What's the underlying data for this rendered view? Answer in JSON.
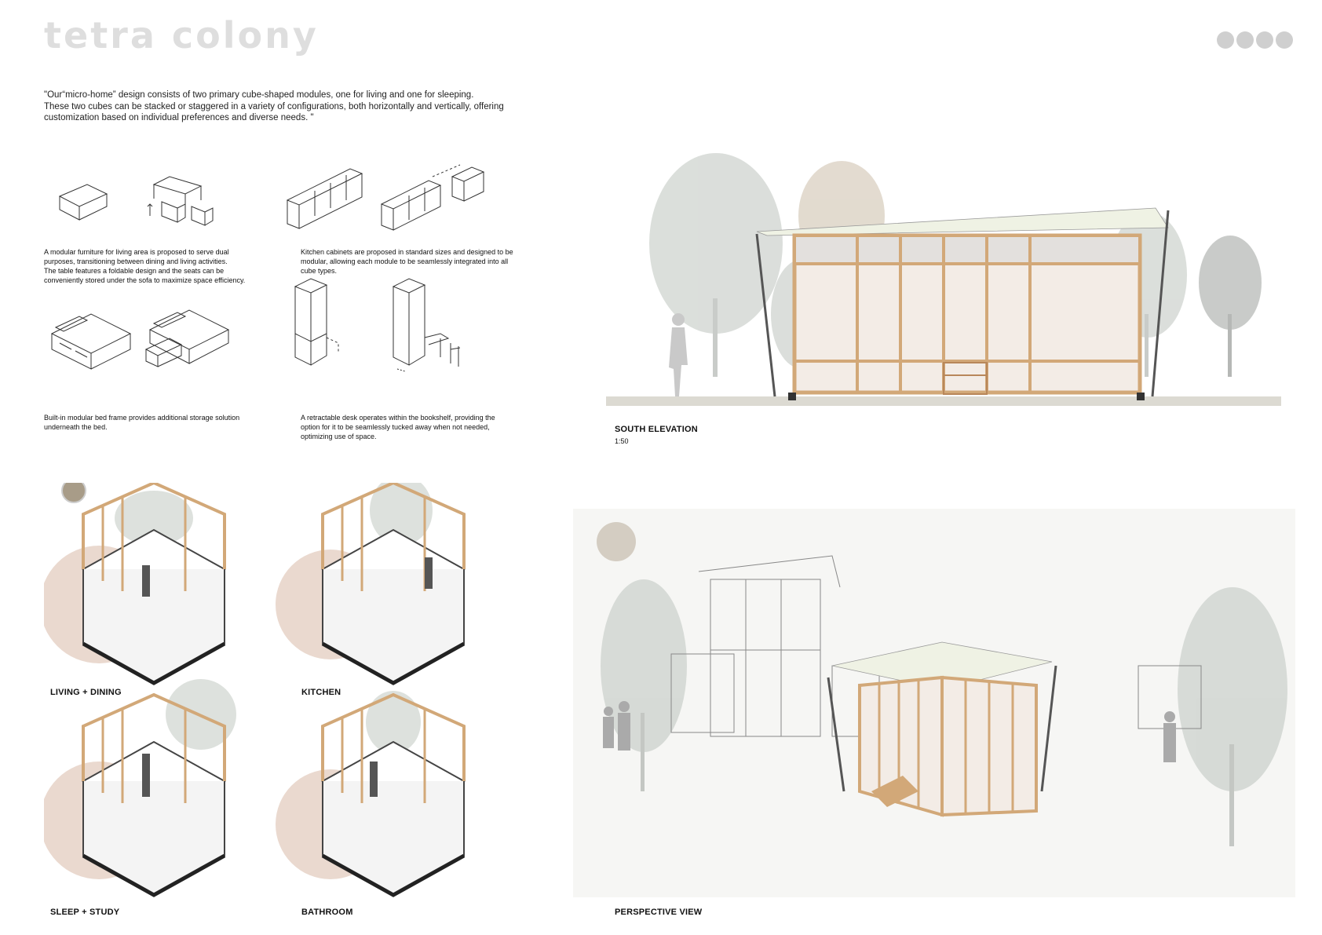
{
  "title": "tetra colony",
  "page_dots": 4,
  "intro": {
    "line1": "\"Our“micro-home” design consists of two primary cube-shaped modules, one for living and one for sleeping.",
    "line2": "These two cubes can be stacked or staggered in a variety of configurations, both horizontally and vertically, offering",
    "line3": "customization based on individual preferences and diverse needs. \""
  },
  "captions": {
    "living": {
      "l1": "A modular furniture for living area is proposed to serve dual",
      "l2": "purposes, transitioning between dining and living activities.",
      "l3": "The table features a foldable design and the seats can be",
      "l4": "conveniently stored under the sofa to maximize space efficiency."
    },
    "kitchen": {
      "l1": "Kitchen cabinets are proposed in standard sizes and designed to be",
      "l2": "modular, allowing each module to be seamlessly integrated into all",
      "l3": "cube types."
    },
    "bed": {
      "l1": "Built-in modular bed frame provides additional storage solution",
      "l2": "underneath the bed."
    },
    "desk": {
      "l1": "A retractable desk operates within the bookshelf, providing the",
      "l2": "option for it to be seamlessly tucked away when not needed,",
      "l3": "optimizing use of space."
    }
  },
  "labels": {
    "south_elevation": "SOUTH ELEVATION",
    "scale": "1:50",
    "living_dining": "LIVING + DINING",
    "kitchen": "KITCHEN",
    "sleep_study": "SLEEP + STUDY",
    "bathroom": "BATHROOM",
    "perspective": "PERSPECTIVE VIEW"
  },
  "colors": {
    "timber": "#d2a878",
    "glass": "#f3ece6",
    "tree": "#cfd4cf",
    "sun_disc": "#d4cdc2",
    "shadow_disc": "#ead9cf",
    "title_grey": "#dedede"
  }
}
